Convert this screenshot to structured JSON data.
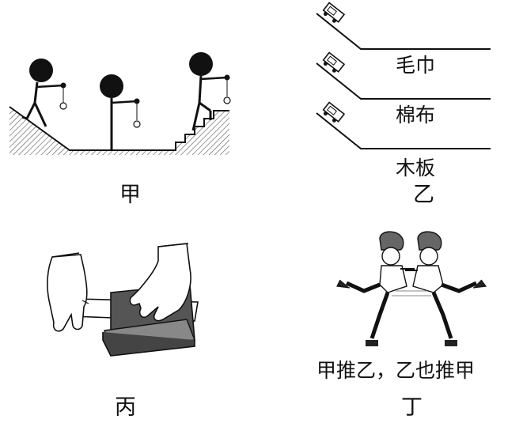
{
  "panels": {
    "jia": {
      "caption": "甲"
    },
    "yi": {
      "caption": "乙",
      "surfaces": [
        "毛巾",
        "棉布",
        "木板"
      ]
    },
    "bing": {
      "caption": "丙"
    },
    "ding": {
      "caption": "丁",
      "statement": "甲推乙，乙也推甲"
    }
  }
}
